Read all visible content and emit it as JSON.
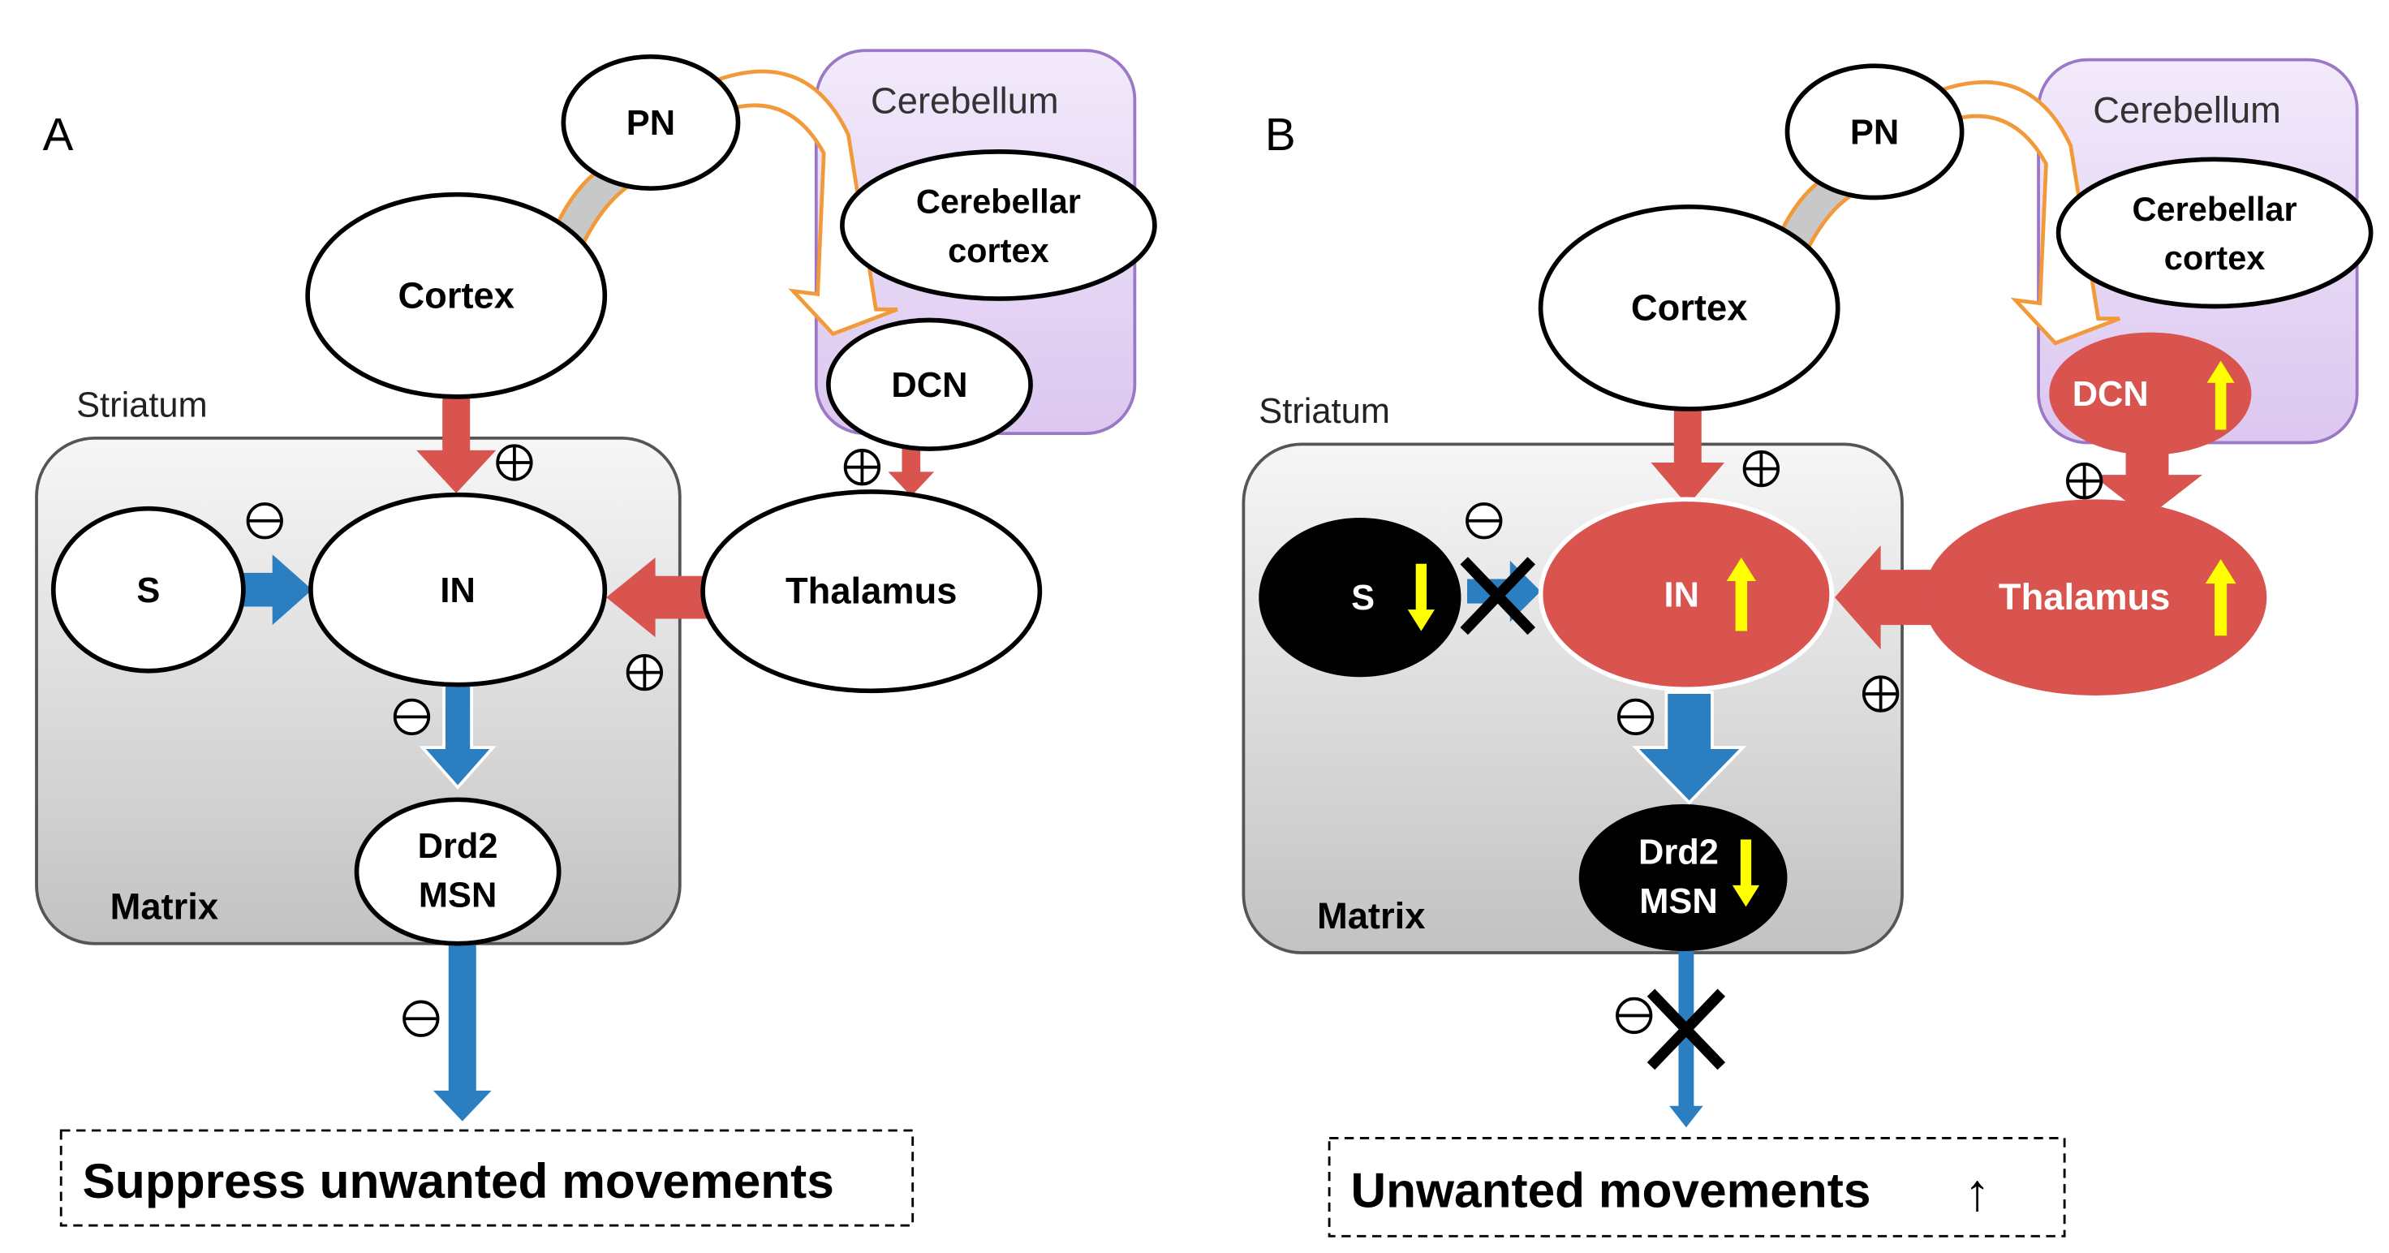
{
  "panels": {
    "a": {
      "letter": "A",
      "striatum_label": "Striatum",
      "matrix_label": "Matrix",
      "cerebellum_label": "Cerebellum",
      "nodes": {
        "pn": "PN",
        "cortex": "Cortex",
        "cerebellar_cortex_line1": "Cerebellar",
        "cerebellar_cortex_line2": "cortex",
        "dcn": "DCN",
        "thalamus": "Thalamus",
        "s": "S",
        "in": "IN",
        "drd2_line1": "Drd2",
        "drd2_line2": "MSN"
      },
      "outcome": "Suppress unwanted movements"
    },
    "b": {
      "letter": "B",
      "striatum_label": "Striatum",
      "matrix_label": "Matrix",
      "cerebellum_label": "Cerebellum",
      "nodes": {
        "pn": "PN",
        "cortex": "Cortex",
        "cerebellar_cortex_line1": "Cerebellar",
        "cerebellar_cortex_line2": "cortex",
        "dcn": "DCN",
        "thalamus": "Thalamus",
        "s": "S",
        "in": "IN",
        "drd2_line1": "Drd2",
        "drd2_line2": "MSN"
      },
      "outcome": "Unwanted movements",
      "outcome_arrow": "↑"
    }
  },
  "signs": {
    "excitatory": "⊕",
    "inhibitory": "⊖"
  },
  "colors": {
    "excitatory_arrow": "#d9534f",
    "inhibitory_arrow": "#2b7fc1",
    "pontine_pathway_outline": "#f29a3a",
    "cerebellum_fill": "#e4d4f3",
    "cerebellum_border": "#9a78c6",
    "activity_arrow": "#ffff00",
    "active_node_fill": "#d9534f",
    "silenced_node_fill": "#000000"
  }
}
